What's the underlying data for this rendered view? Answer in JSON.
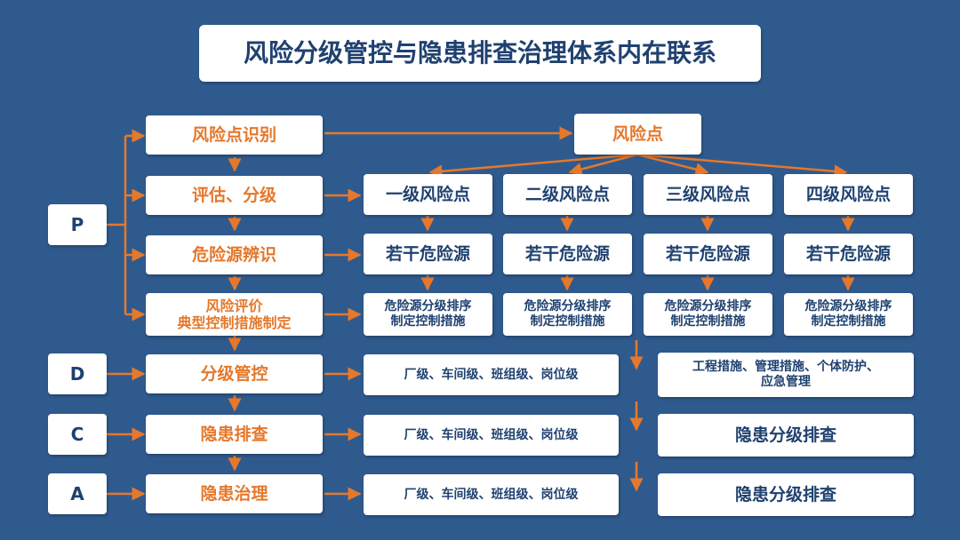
{
  "title": "风险分级管控与隐患排查治理体系内在联系",
  "labels": {
    "p": "P",
    "d": "D",
    "c": "C",
    "a": "A"
  },
  "steps": {
    "identify": "风险点识别",
    "assess": "评估、分级",
    "hazard": "危险源辨识",
    "evaluate_line1": "风险评价",
    "evaluate_line2": "典型控制措施制定",
    "control": "分级管控",
    "inspect": "隐患排查",
    "govern": "隐患治理"
  },
  "risk_point": "风险点",
  "levels": [
    "一级风险点",
    "二级风险点",
    "三级风险点",
    "四级风险点"
  ],
  "hazard_sources": [
    "若干危险源",
    "若干危险源",
    "若干危险源",
    "若干危险源"
  ],
  "sorting": {
    "line1": [
      "危险源分级排序",
      "危险源分级排序",
      "危险源分级排序",
      "危险源分级排序"
    ],
    "line2": [
      "制定控制措施",
      "制定控制措施",
      "制定控制措施",
      "制定控制措施"
    ]
  },
  "org_levels": [
    "厂级、车间级、班组级、岗位级",
    "厂级、车间级、班组级、岗位级",
    "厂级、车间级、班组级、岗位级"
  ],
  "measures_line1": "工程措施、管理措施、个体防护、",
  "measures_line2": "应急管理",
  "inspect_result": "隐患分级排查",
  "govern_result": "隐患分级排查",
  "colors": {
    "background": "#2f5a8e",
    "accent": "#e5782b",
    "text_dark": "#1f4170",
    "box": "#ffffff"
  }
}
